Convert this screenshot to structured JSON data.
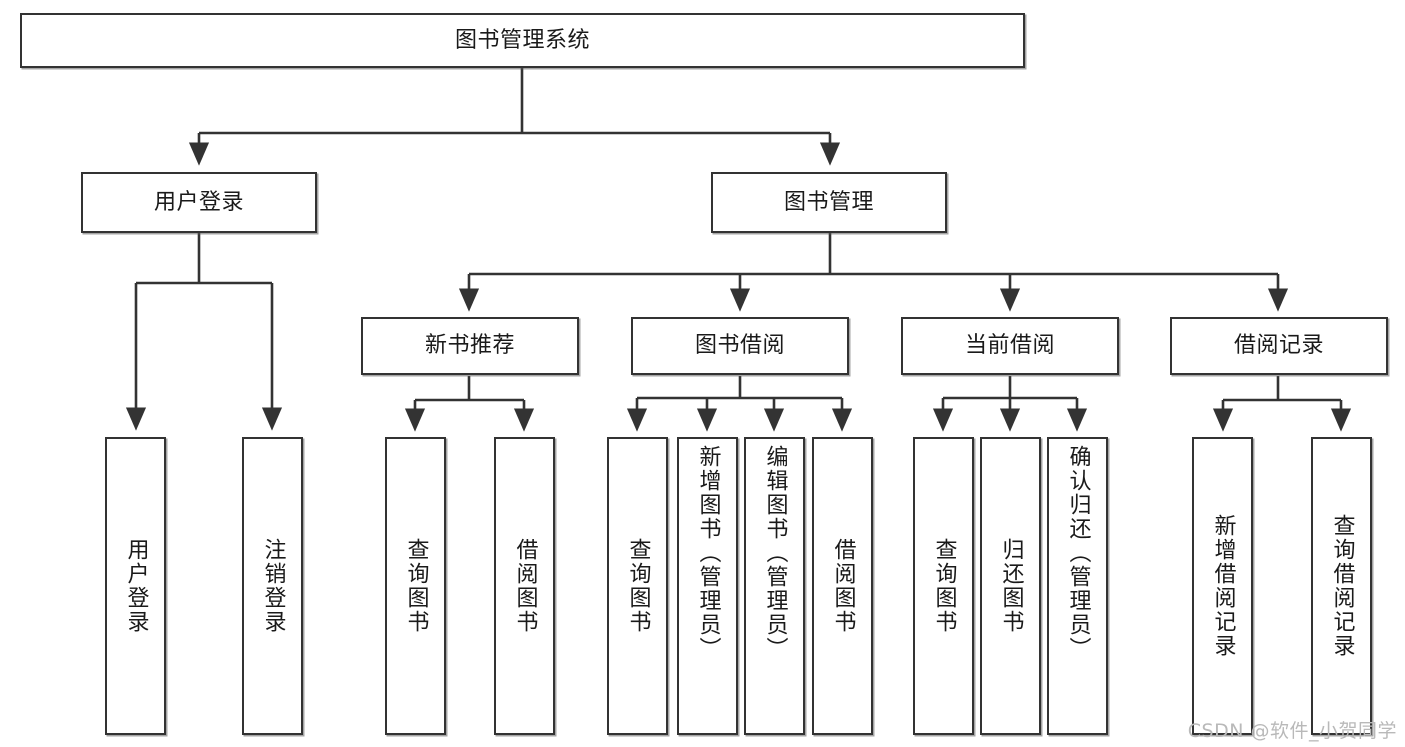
{
  "diagram": {
    "title": "图书管理系统",
    "type": "tree-hierarchy-diagram",
    "colors": {
      "box_border": "#333333",
      "box_fill": "#ffffff",
      "connector": "#333333",
      "watermark": "#b9b9b9"
    },
    "root": {
      "label": "图书管理系统"
    },
    "level2": [
      {
        "label": "用户登录"
      },
      {
        "label": "图书管理"
      }
    ],
    "level3": [
      {
        "label": "新书推荐"
      },
      {
        "label": "图书借阅"
      },
      {
        "label": "当前借阅"
      },
      {
        "label": "借阅记录"
      }
    ],
    "leaves": {
      "user_login": [
        {
          "label": "用户登录"
        },
        {
          "label": "注销登录"
        }
      ],
      "new_book_recommend": [
        {
          "label": "查询图书"
        },
        {
          "label": "借阅图书"
        }
      ],
      "book_borrow": [
        {
          "label": "查询图书"
        },
        {
          "label": "新增图书（管理员）"
        },
        {
          "label": "编辑图书（管理员）"
        },
        {
          "label": "借阅图书"
        }
      ],
      "current_borrow": [
        {
          "label": "查询图书"
        },
        {
          "label": "归还图书"
        },
        {
          "label": "确认归还（管理员）"
        }
      ],
      "borrow_record": [
        {
          "label": "新增借阅记录"
        },
        {
          "label": "查询借阅记录"
        }
      ]
    }
  },
  "watermark": {
    "text": "CSDN @软件_小贺同学"
  }
}
